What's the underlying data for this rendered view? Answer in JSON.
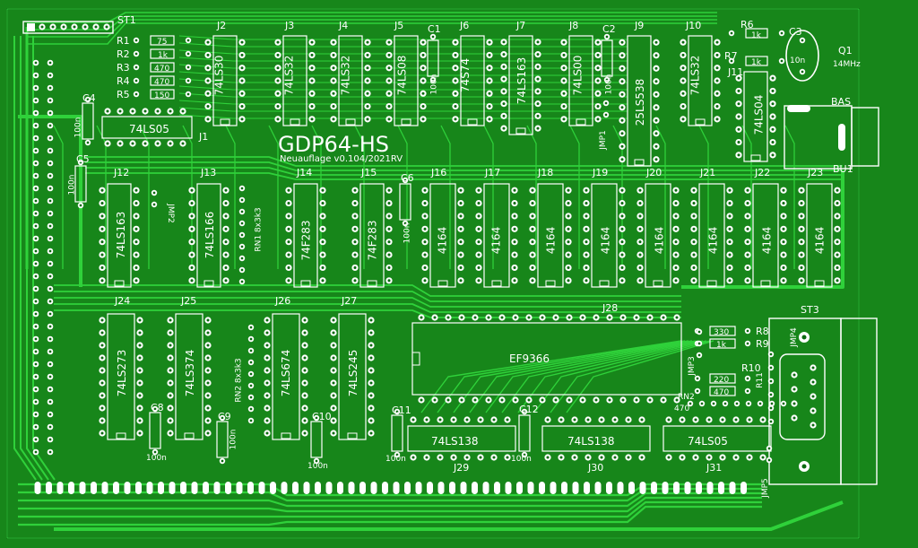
{
  "board": {
    "title": "GDP64-HS",
    "subtitle": "Neuauflage v0.104/2021RV",
    "colors": {
      "board": "#17861a",
      "trace": "#2fd13a",
      "silk": "#ffffff",
      "pad": "#ffffff",
      "drill": "#0a6a10"
    }
  },
  "chips": {
    "J2": "74LS30",
    "J3": "74LS32",
    "J4": "74LS32",
    "J5": "74LS08",
    "J6": "74S74",
    "J7": "74LS163",
    "J8": "74LS00",
    "J9": "25LS538",
    "J10": "74LS32",
    "J11": "74LS04",
    "J1": "74LS05",
    "J12": "74LS163",
    "J13": "74LS166",
    "J14": "74F283",
    "J15": "74F283",
    "J16": "4164",
    "J17": "4164",
    "J18": "4164",
    "J19": "4164",
    "J20": "4164",
    "J21": "4164",
    "J22": "4164",
    "J23": "4164",
    "J24": "74LS273",
    "J25": "74LS374",
    "J26": "74LS674",
    "J27": "74LS245",
    "J28": "EF9366",
    "J29": "74LS138",
    "J30": "74LS138",
    "J31": "74LS05"
  },
  "refs": {
    "J1": "J1",
    "J2": "J2",
    "J3": "J3",
    "J4": "J4",
    "J5": "J5",
    "J6": "J6",
    "J7": "J7",
    "J8": "J8",
    "J9": "J9",
    "J10": "J10",
    "J11": "J11",
    "J12": "J12",
    "J13": "J13",
    "J14": "J14",
    "J15": "J15",
    "J16": "J16",
    "J17": "J17",
    "J18": "J18",
    "J19": "J19",
    "J20": "J20",
    "J21": "J21",
    "J22": "J22",
    "J23": "J23",
    "J24": "J24",
    "J25": "J25",
    "J26": "J26",
    "J27": "J27",
    "J28": "J28",
    "J29": "J29",
    "J30": "J30",
    "J31": "J31",
    "ST1": "ST1",
    "ST3": "ST3",
    "BAS": "BAS",
    "BU1": "BU1",
    "Q1": "Q1",
    "Q1_freq": "14MHz",
    "JMP1": "JMP1",
    "JMP2": "JMP2",
    "JMP3": "JMP3",
    "JMP4": "JMP4",
    "JMP5": "JMP5",
    "RN1": "RN1 8x3k3",
    "RN2": "RN2 8x3k3",
    "RN2b": "RN2",
    "RN2b_val": "470"
  },
  "resistors": [
    {
      "ref": "R1",
      "value": "75"
    },
    {
      "ref": "R2",
      "value": "1k"
    },
    {
      "ref": "R3",
      "value": "470"
    },
    {
      "ref": "R4",
      "value": "470"
    },
    {
      "ref": "R5",
      "value": "150"
    },
    {
      "ref": "R6",
      "value": "1k"
    },
    {
      "ref": "R7",
      "value": "1k"
    },
    {
      "ref": "R8",
      "value": "330"
    },
    {
      "ref": "R9",
      "value": "1k"
    },
    {
      "ref": "R10",
      "value": "220"
    },
    {
      "ref": "R11",
      "value": "470"
    }
  ],
  "capacitors": [
    {
      "ref": "C1",
      "value": "100n"
    },
    {
      "ref": "C2",
      "value": "100n"
    },
    {
      "ref": "C3",
      "value": "10n"
    },
    {
      "ref": "C4",
      "value": "100n"
    },
    {
      "ref": "C5",
      "value": "100n"
    },
    {
      "ref": "C6",
      "value": "100n"
    },
    {
      "ref": "C8",
      "value": "100n"
    },
    {
      "ref": "C9",
      "value": "100n"
    },
    {
      "ref": "C10",
      "value": "100n"
    },
    {
      "ref": "C11",
      "value": "100n"
    },
    {
      "ref": "C12",
      "value": "100n"
    }
  ]
}
